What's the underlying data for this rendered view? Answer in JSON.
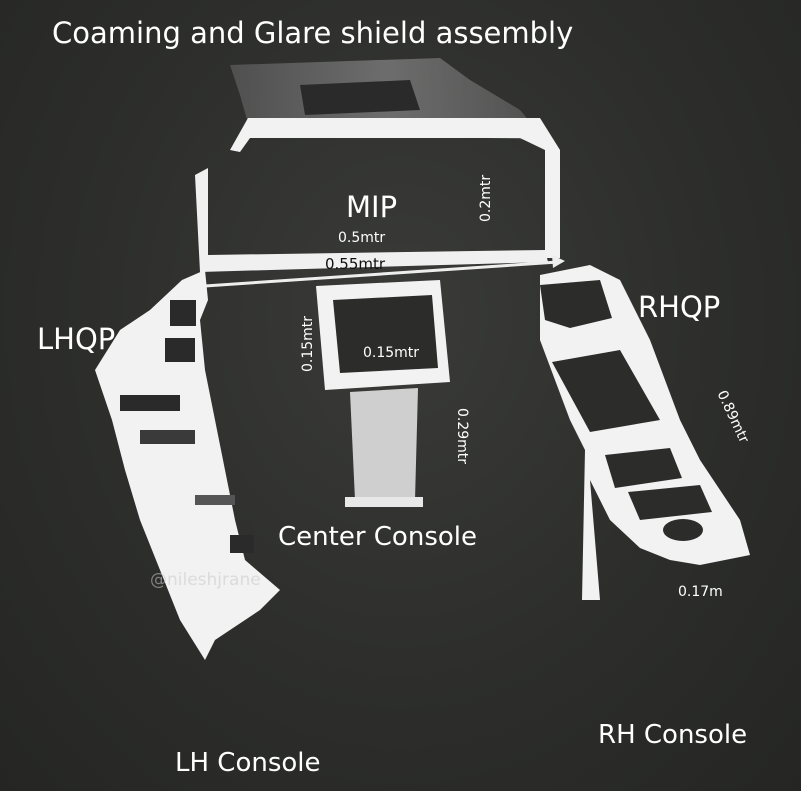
{
  "title": "Coaming and Glare shield assembly",
  "labels": {
    "mip": "MIP",
    "lhqp": "LHQP",
    "rhqp": "RHQP",
    "center_console": "Center Console",
    "lh_console": "LH Console",
    "rh_console": "RH Console"
  },
  "dimensions": {
    "mip_width": "0.5mtr",
    "overall_width": "0.55mtr",
    "mip_height": "0.2mtr",
    "cc_height": "0.15mtr",
    "cc_width": "0.15mtr",
    "cc_length": "0.29mtr",
    "rh_length": "0.89mtr",
    "rh_width": "0.17m"
  },
  "watermark": "@nileshjrane",
  "colors": {
    "background": "#2c2d2b",
    "panel": "#f2f2f2",
    "text": "#ffffff"
  }
}
